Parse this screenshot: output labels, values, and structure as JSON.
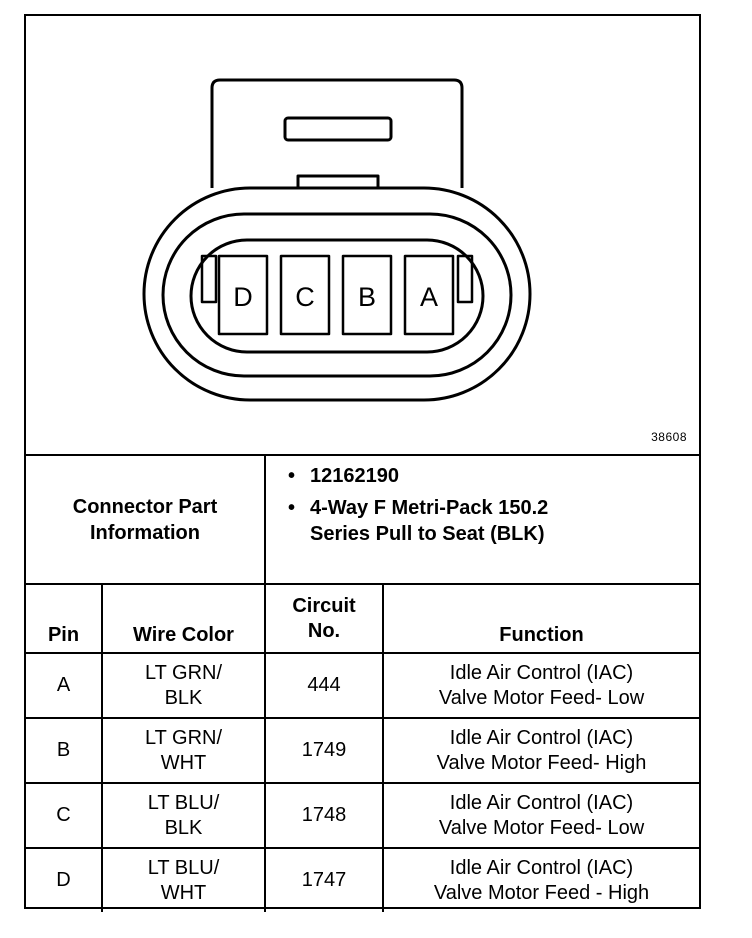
{
  "figure_number": "38608",
  "connector": {
    "cavities": [
      "D",
      "C",
      "B",
      "A"
    ]
  },
  "part_info": {
    "label_lines": [
      "Connector Part",
      "Information"
    ],
    "items": [
      "12162190",
      "4-Way F Metri-Pack 150.2 Series Pull to Seat (BLK)"
    ]
  },
  "table": {
    "headers": {
      "pin": "Pin",
      "wire_color": "Wire Color",
      "circuit_line1": "Circuit",
      "circuit_line2": "No.",
      "function": "Function"
    },
    "rows": [
      {
        "pin": "A",
        "wire1": "LT GRN/",
        "wire2": "BLK",
        "circuit": "444",
        "func1": "Idle Air Control (IAC)",
        "func2": "Valve Motor Feed- Low"
      },
      {
        "pin": "B",
        "wire1": "LT GRN/",
        "wire2": "WHT",
        "circuit": "1749",
        "func1": "Idle Air Control (IAC)",
        "func2": "Valve Motor Feed- High"
      },
      {
        "pin": "C",
        "wire1": "LT BLU/",
        "wire2": "BLK",
        "circuit": "1748",
        "func1": "Idle Air Control (IAC)",
        "func2": "Valve Motor Feed- Low"
      },
      {
        "pin": "D",
        "wire1": "LT BLU/",
        "wire2": "WHT",
        "circuit": "1747",
        "func1": "Idle Air Control (IAC)",
        "func2": "Valve Motor Feed - High"
      }
    ]
  }
}
